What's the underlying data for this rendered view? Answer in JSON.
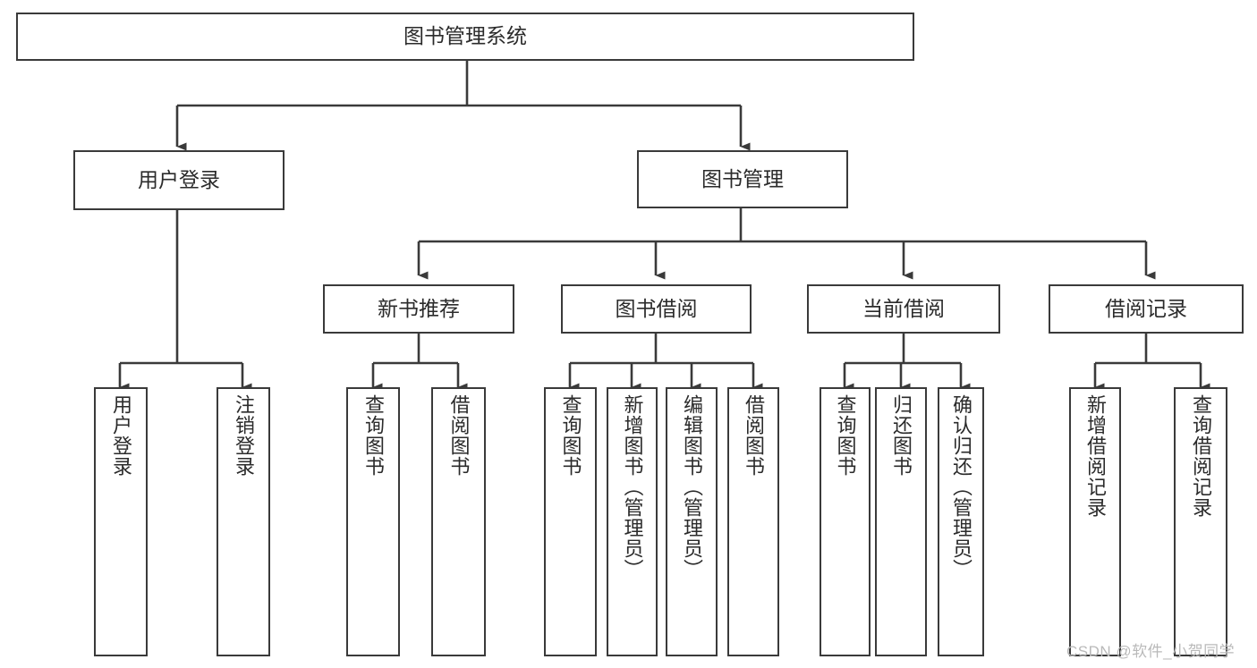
{
  "diagram": {
    "title": "图书管理系统",
    "type": "功能结构图",
    "watermark": "CSDN @软件_小贺同学",
    "colors": {
      "stroke": "#3a3a3a",
      "fill": "#ffffff",
      "text": "#2b2b2b",
      "watermark": "#b9b9b9"
    },
    "nodes": {
      "root": {
        "label": "图书管理系统"
      },
      "level2": [
        {
          "id": "user-login",
          "label": "用户登录"
        },
        {
          "id": "book-manage",
          "label": "图书管理"
        }
      ],
      "level3": [
        {
          "id": "new-book-recommend",
          "label": "新书推荐"
        },
        {
          "id": "book-borrow",
          "label": "图书借阅"
        },
        {
          "id": "current-borrow",
          "label": "当前借阅"
        },
        {
          "id": "borrow-record",
          "label": "借阅记录"
        }
      ],
      "leaves": [
        {
          "id": "leaf-user-login",
          "label": "用户登录"
        },
        {
          "id": "leaf-logout",
          "label": "注销登录"
        },
        {
          "id": "leaf-query-book-1",
          "label": "查询图书"
        },
        {
          "id": "leaf-borrow-book-1",
          "label": "借阅图书"
        },
        {
          "id": "leaf-query-book-2",
          "label": "查询图书"
        },
        {
          "id": "leaf-add-book",
          "label": "新增图书（管理员）"
        },
        {
          "id": "leaf-edit-book",
          "label": "编辑图书（管理员）"
        },
        {
          "id": "leaf-borrow-book-2",
          "label": "借阅图书"
        },
        {
          "id": "leaf-query-book-3",
          "label": "查询图书"
        },
        {
          "id": "leaf-return-book",
          "label": "归还图书"
        },
        {
          "id": "leaf-confirm-return",
          "label": "确认归还（管理员）"
        },
        {
          "id": "leaf-add-record",
          "label": "新增借阅记录"
        },
        {
          "id": "leaf-query-record",
          "label": "查询借阅记录"
        }
      ]
    }
  }
}
